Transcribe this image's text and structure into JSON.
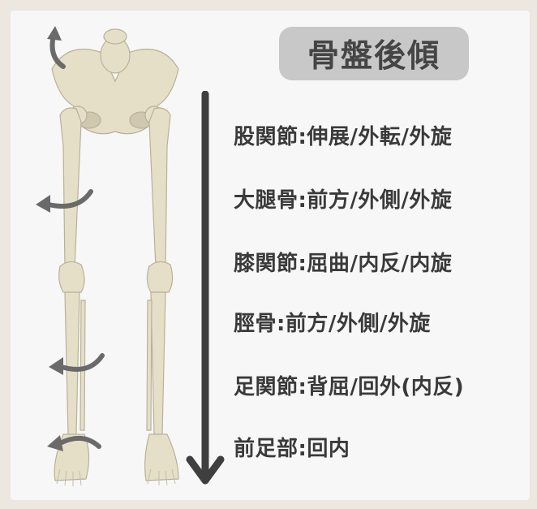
{
  "title": "骨盤後傾",
  "items": [
    {
      "label": "股関節:伸展/外転/外旋"
    },
    {
      "label": "大腿骨:前方/外側/外旋"
    },
    {
      "label": "膝関節:屈曲/内反/内旋"
    },
    {
      "label": "脛骨:前方/外側/外旋"
    },
    {
      "label": "足関節:背屈/回外(内反)"
    },
    {
      "label": "前足部:回内"
    }
  ],
  "colors": {
    "pill": "#c8c8c8",
    "text": "#3a3a3a",
    "arrow": "#3f3f3f",
    "bone": "#e6dfc8",
    "bone_shadow": "#b9b09a"
  },
  "icons": [
    "rotation-arrow-icon",
    "down-arrow-icon"
  ]
}
